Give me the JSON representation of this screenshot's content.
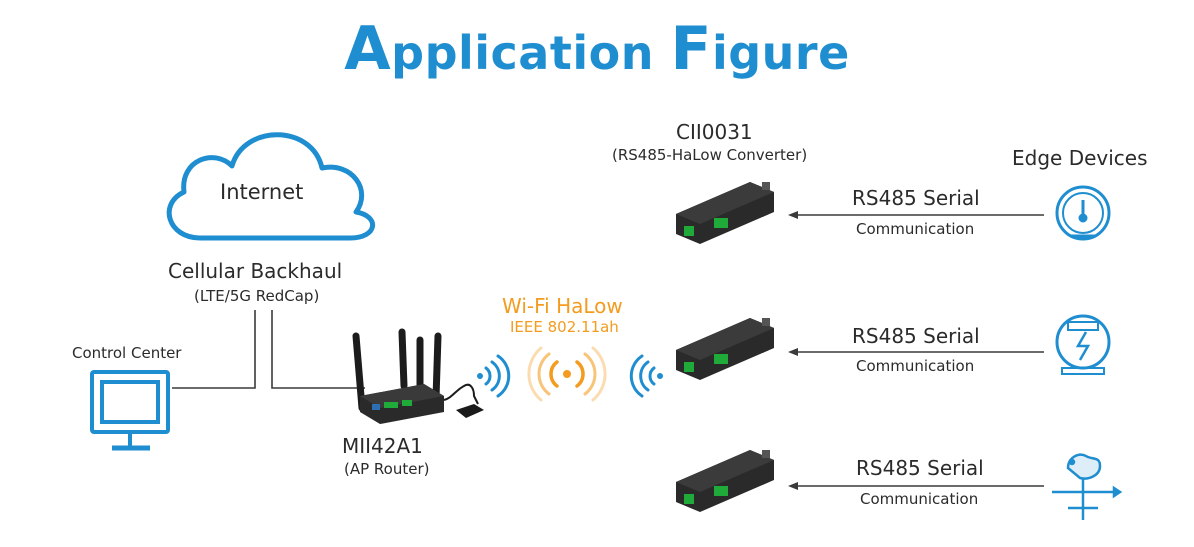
{
  "title": {
    "first_initial": "A",
    "first_rest": "pplication ",
    "second_initial": "F",
    "second_rest": "igure"
  },
  "cloud": {
    "label": "Internet"
  },
  "backhaul": {
    "title": "Cellular Backhaul",
    "subtitle": "(LTE/5G RedCap)"
  },
  "control_center": {
    "label": "Control Center"
  },
  "router": {
    "title": "MII42A1",
    "subtitle": "(AP Router)"
  },
  "halow": {
    "title": "Wi-Fi HaLow",
    "subtitle": "IEEE 802.11ah"
  },
  "converter": {
    "title": "CII0031",
    "subtitle": "(RS485-HaLow Converter)"
  },
  "edge": {
    "title": "Edge Devices"
  },
  "links": [
    {
      "title": "RS485 Serial",
      "subtitle": "Communication"
    },
    {
      "title": "RS485 Serial",
      "subtitle": "Communication"
    },
    {
      "title": "RS485 Serial",
      "subtitle": "Communication"
    }
  ],
  "colors": {
    "accent": "#1f8ed0",
    "halow": "#f39c1f",
    "device": "#2a2a2a",
    "terminal": "#1faa3a"
  },
  "icons": [
    "cloud-icon",
    "monitor-icon",
    "router-icon",
    "converter-icon",
    "gauge-icon",
    "energy-meter-icon",
    "weather-vane-icon"
  ]
}
